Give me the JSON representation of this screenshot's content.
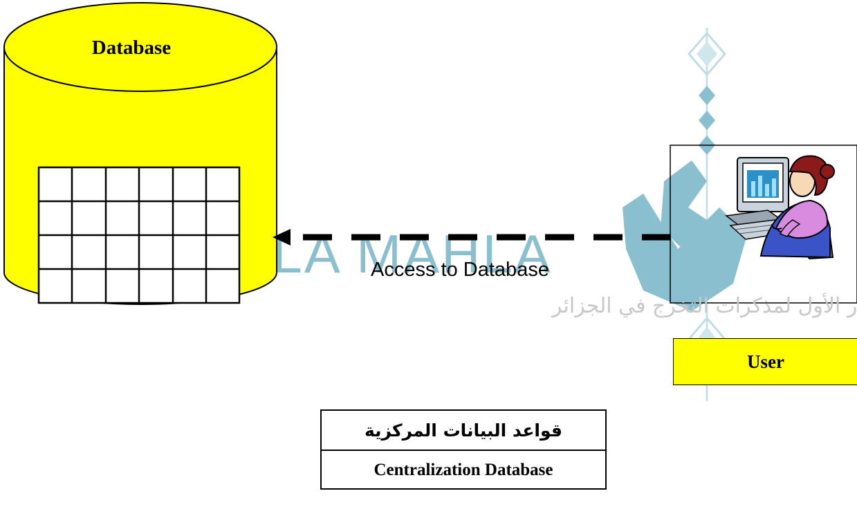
{
  "database": {
    "label": "Database",
    "fill_color": "#ffff00",
    "grid_rows": 4,
    "grid_cols": 6
  },
  "connection": {
    "label": "Access to Database",
    "style": "dashed",
    "direction": "user-to-database"
  },
  "user": {
    "label": "User",
    "label_fill": "#ffff00",
    "icon": "user-at-computer-icon"
  },
  "caption": {
    "arabic": "قواعد البيانات المركزية",
    "english": "Centralization Database"
  },
  "watermark": {
    "brand": "SAHLA MAHLA",
    "subtitle": "المصدر الأول لمذكرات التخرج في الجزائر",
    "color": "#2a8ca8"
  }
}
